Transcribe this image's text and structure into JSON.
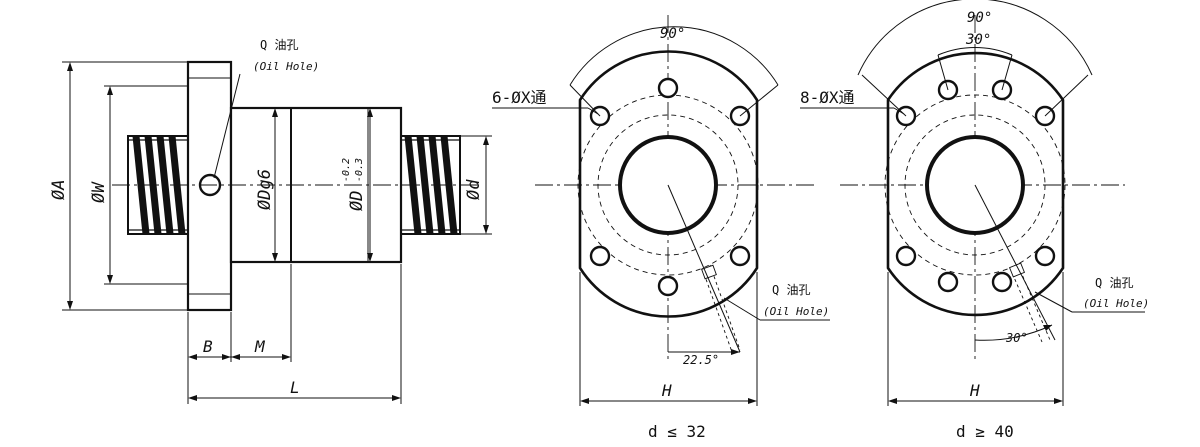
{
  "side_view": {
    "oil_hole_zh": "Q 油孔",
    "oil_hole_en": "(Oil Hole)",
    "dim_A": "ØA",
    "dim_W": "ØW",
    "dim_Dg6": "ØDg6",
    "dim_D": "ØD",
    "dim_D_tol_upper": "-0.2",
    "dim_D_tol_lower": "-0.3",
    "dim_d": "Ød",
    "dim_B": "B",
    "dim_M": "M",
    "dim_L": "L"
  },
  "front_view_6": {
    "angle_top": "90°",
    "holes_label": "6-ØX通",
    "oil_hole_zh": "Q 油孔",
    "oil_hole_en": "(Oil Hole)",
    "angle_bottom": "22.5°",
    "dim_H": "H",
    "caption": "d ≤ 32"
  },
  "front_view_8": {
    "angle_top": "90°",
    "angle_inner": "30°",
    "holes_label": "8-ØX通",
    "oil_hole_zh": "Q 油孔",
    "oil_hole_en": "(Oil Hole)",
    "angle_bottom": "30°",
    "dim_H": "H",
    "caption": "d ≥ 40"
  }
}
